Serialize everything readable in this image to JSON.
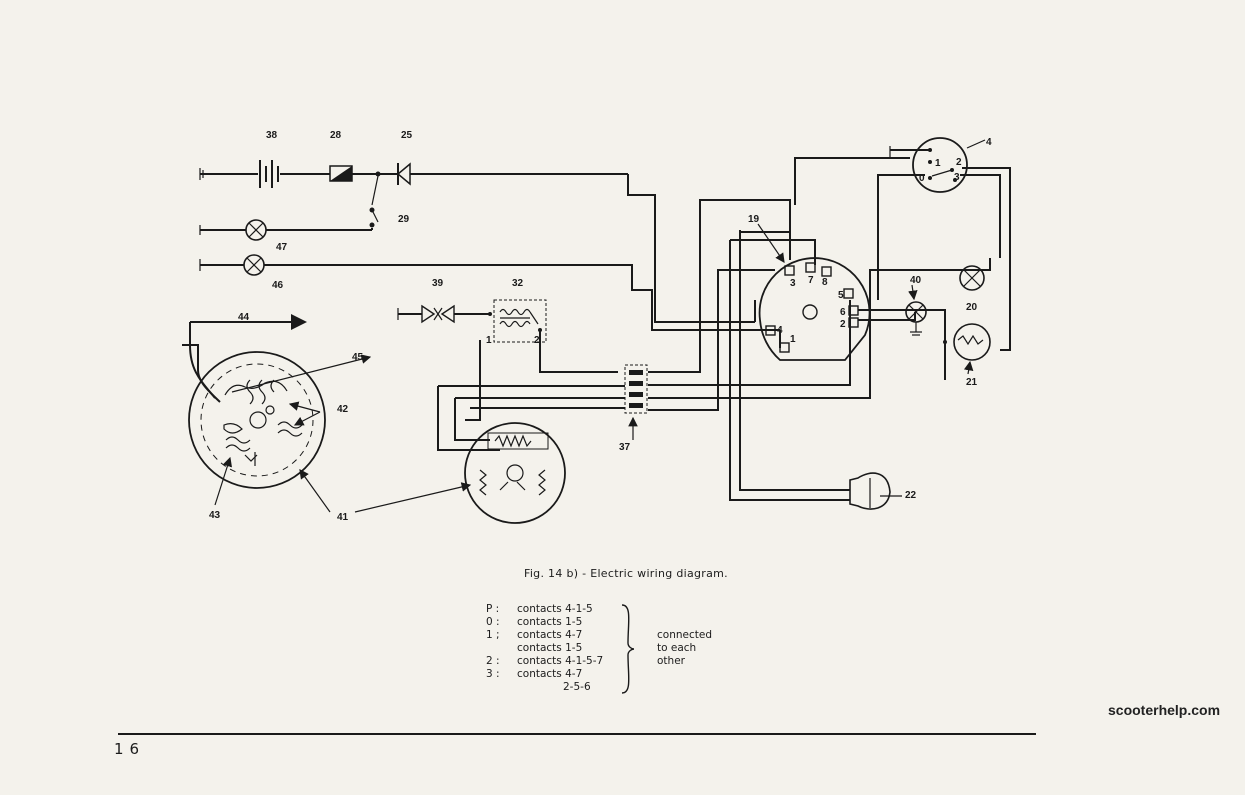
{
  "figure": {
    "caption": "Fig. 14 b) - Electric wiring diagram.",
    "page_number": "16",
    "watermark": "scooterhelp.com"
  },
  "callouts": [
    "38",
    "28",
    "25",
    "29",
    "47",
    "46",
    "44",
    "45",
    "42",
    "43",
    "41",
    "39",
    "32",
    "37",
    "19",
    "4",
    "40",
    "20",
    "21",
    "22"
  ],
  "switch_terminals": [
    "3",
    "7",
    "8",
    "5",
    "6",
    "2",
    "4",
    "1"
  ],
  "component_terminals": {
    "relay_32": [
      "1",
      "2"
    ],
    "switch_4": [
      "1",
      "2",
      "0",
      "3"
    ]
  },
  "legend": [
    {
      "key": "P :",
      "text": "contacts  4-1-5"
    },
    {
      "key": "0 :",
      "text": "contacts  1-5"
    },
    {
      "key": "1 ;",
      "text": "contacts  4-7"
    },
    {
      "key": "",
      "text": "contacts  1-5"
    },
    {
      "key": "2 :",
      "text": "contacts  4-1-5-7"
    },
    {
      "key": "3 :",
      "text": "contacts  4-7"
    },
    {
      "key": "",
      "text": "2-5-6"
    }
  ],
  "bracket_note": [
    "connected",
    "to  each",
    "other"
  ]
}
